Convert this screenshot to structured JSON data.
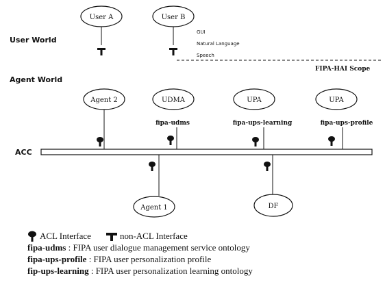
{
  "world_labels": {
    "user_world": "User World",
    "agent_world": "Agent World"
  },
  "user_interface_notes": [
    "GUI",
    "Natural Language",
    "Speech"
  ],
  "scope_label": "FIPA-HAI Scope",
  "bus_label": "ACC",
  "nodes": {
    "user_a": "User A",
    "user_b": "User B",
    "agent_2": "Agent 2",
    "udma": "UDMA",
    "upa_learning": "UPA",
    "upa_profile": "UPA",
    "agent_1": "Agent 1",
    "df": "DF"
  },
  "ontology_labels": {
    "udms": "fipa-udms",
    "learning": "fipa-ups-learning",
    "profile": "fipa-ups-profile"
  },
  "legend": {
    "acl": "ACL Interface",
    "non_acl": "non-ACL Interface"
  },
  "definitions": [
    {
      "term": "fipa-udms",
      "text": " : FIPA user dialogue management service ontology"
    },
    {
      "term": "fipa-ups-profile",
      "text": " : FIPA user personalization profile"
    },
    {
      "term": "fip-ups-learning",
      "text": " : FIPA user personalization learning ontology"
    }
  ]
}
